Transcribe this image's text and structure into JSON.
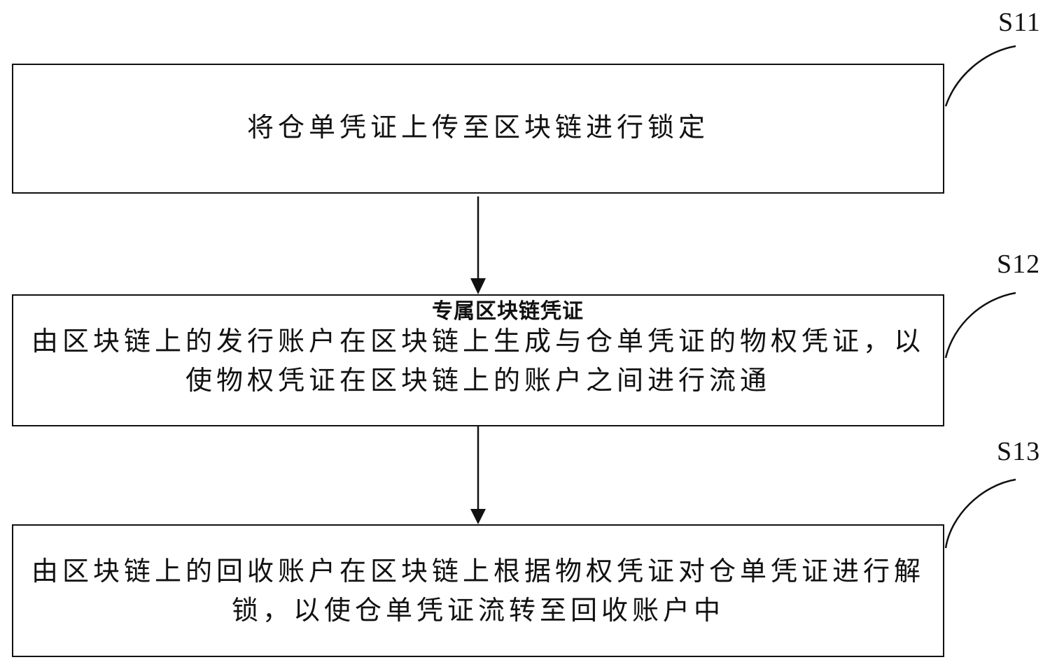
{
  "steps": [
    {
      "id": "S11",
      "label": "S11",
      "text": "将仓单凭证上传至区块链进行锁定"
    },
    {
      "id": "S12",
      "label": "S12",
      "text": "由区块链上的发行账户在区块链上生成与仓单凭证的物权凭证，以使物权凭证在区块链上的账户之间进行流通"
    },
    {
      "id": "S13",
      "label": "S13",
      "text": "由区块链上的回收账户在区块链上根据物权凭证对仓单凭证进行解锁，以使仓单凭证流转至回收账户中"
    }
  ],
  "watermark": "专属区块链凭证",
  "colors": {
    "line": "#111111",
    "background": "#ffffff"
  }
}
